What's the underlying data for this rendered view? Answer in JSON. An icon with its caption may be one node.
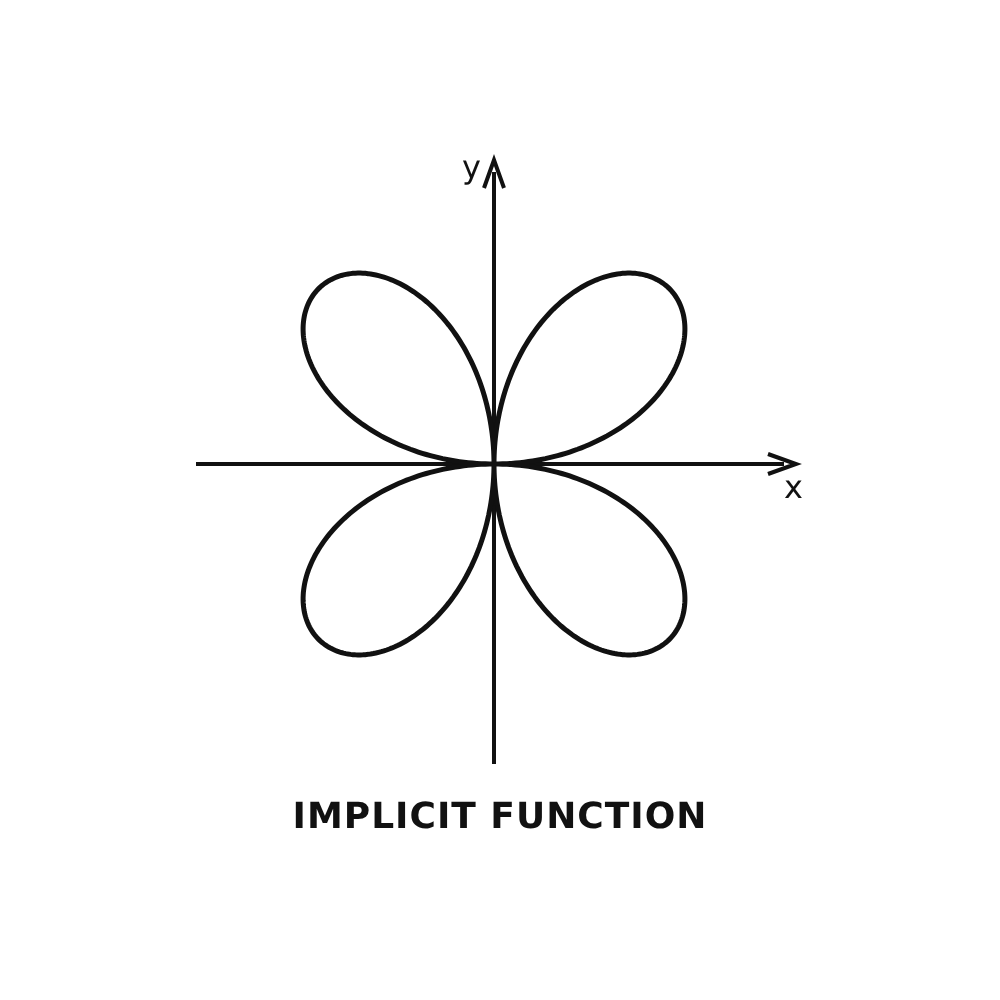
{
  "diagram": {
    "caption": "IMPLICIT FUNCTION",
    "labels": [
      "y",
      "x"
    ]
  }
}
